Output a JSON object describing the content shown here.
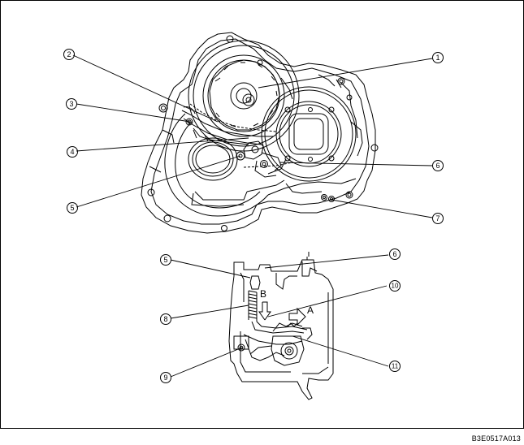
{
  "figure": {
    "callouts": {
      "c1": "1",
      "c2": "2",
      "c3": "3",
      "c4": "4",
      "c5": "5",
      "c6": "6",
      "c7": "7",
      "c5b": "5",
      "c6b": "6",
      "c8": "8",
      "c9": "9",
      "c10": "10",
      "c11": "11"
    },
    "arrow_b_label": "B",
    "arrow_a_label": "A",
    "figure_code": "B3E0517A013"
  },
  "colors": {
    "line": "#000000",
    "background": "#ffffff"
  }
}
